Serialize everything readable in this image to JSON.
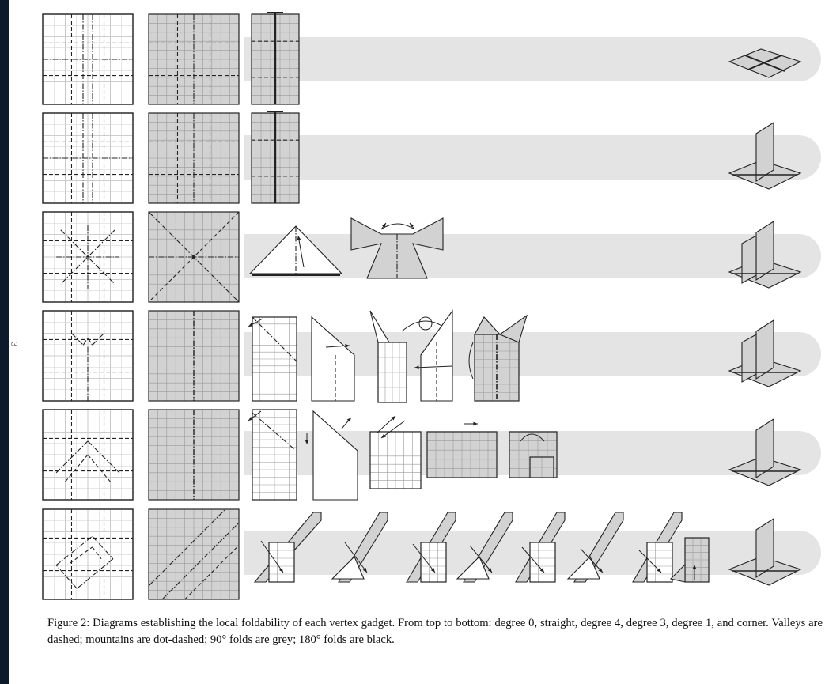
{
  "page_number": "3",
  "figure": {
    "caption": "Figure 2: Diagrams establishing the local foldability of each vertex gadget. From top to bottom: degree 0, straight, degree 4, degree 3, degree 1, and corner. Valleys are dashed; mountains are dot-dashed; 90° folds are grey; 180° folds are black."
  },
  "rows": [
    {
      "steps": 1,
      "result": "flat-square"
    },
    {
      "steps": 1,
      "result": "straight-fin"
    },
    {
      "steps": 2,
      "result": "cross-fin"
    },
    {
      "steps": 5,
      "result": "three-fin"
    },
    {
      "steps": 5,
      "result": "single-fin"
    },
    {
      "steps": 8,
      "result": "corner-fin"
    }
  ],
  "colors": {
    "paper_grey": "#d2d2d2",
    "band_grey": "#e4e4e4",
    "ink": "#222222"
  }
}
